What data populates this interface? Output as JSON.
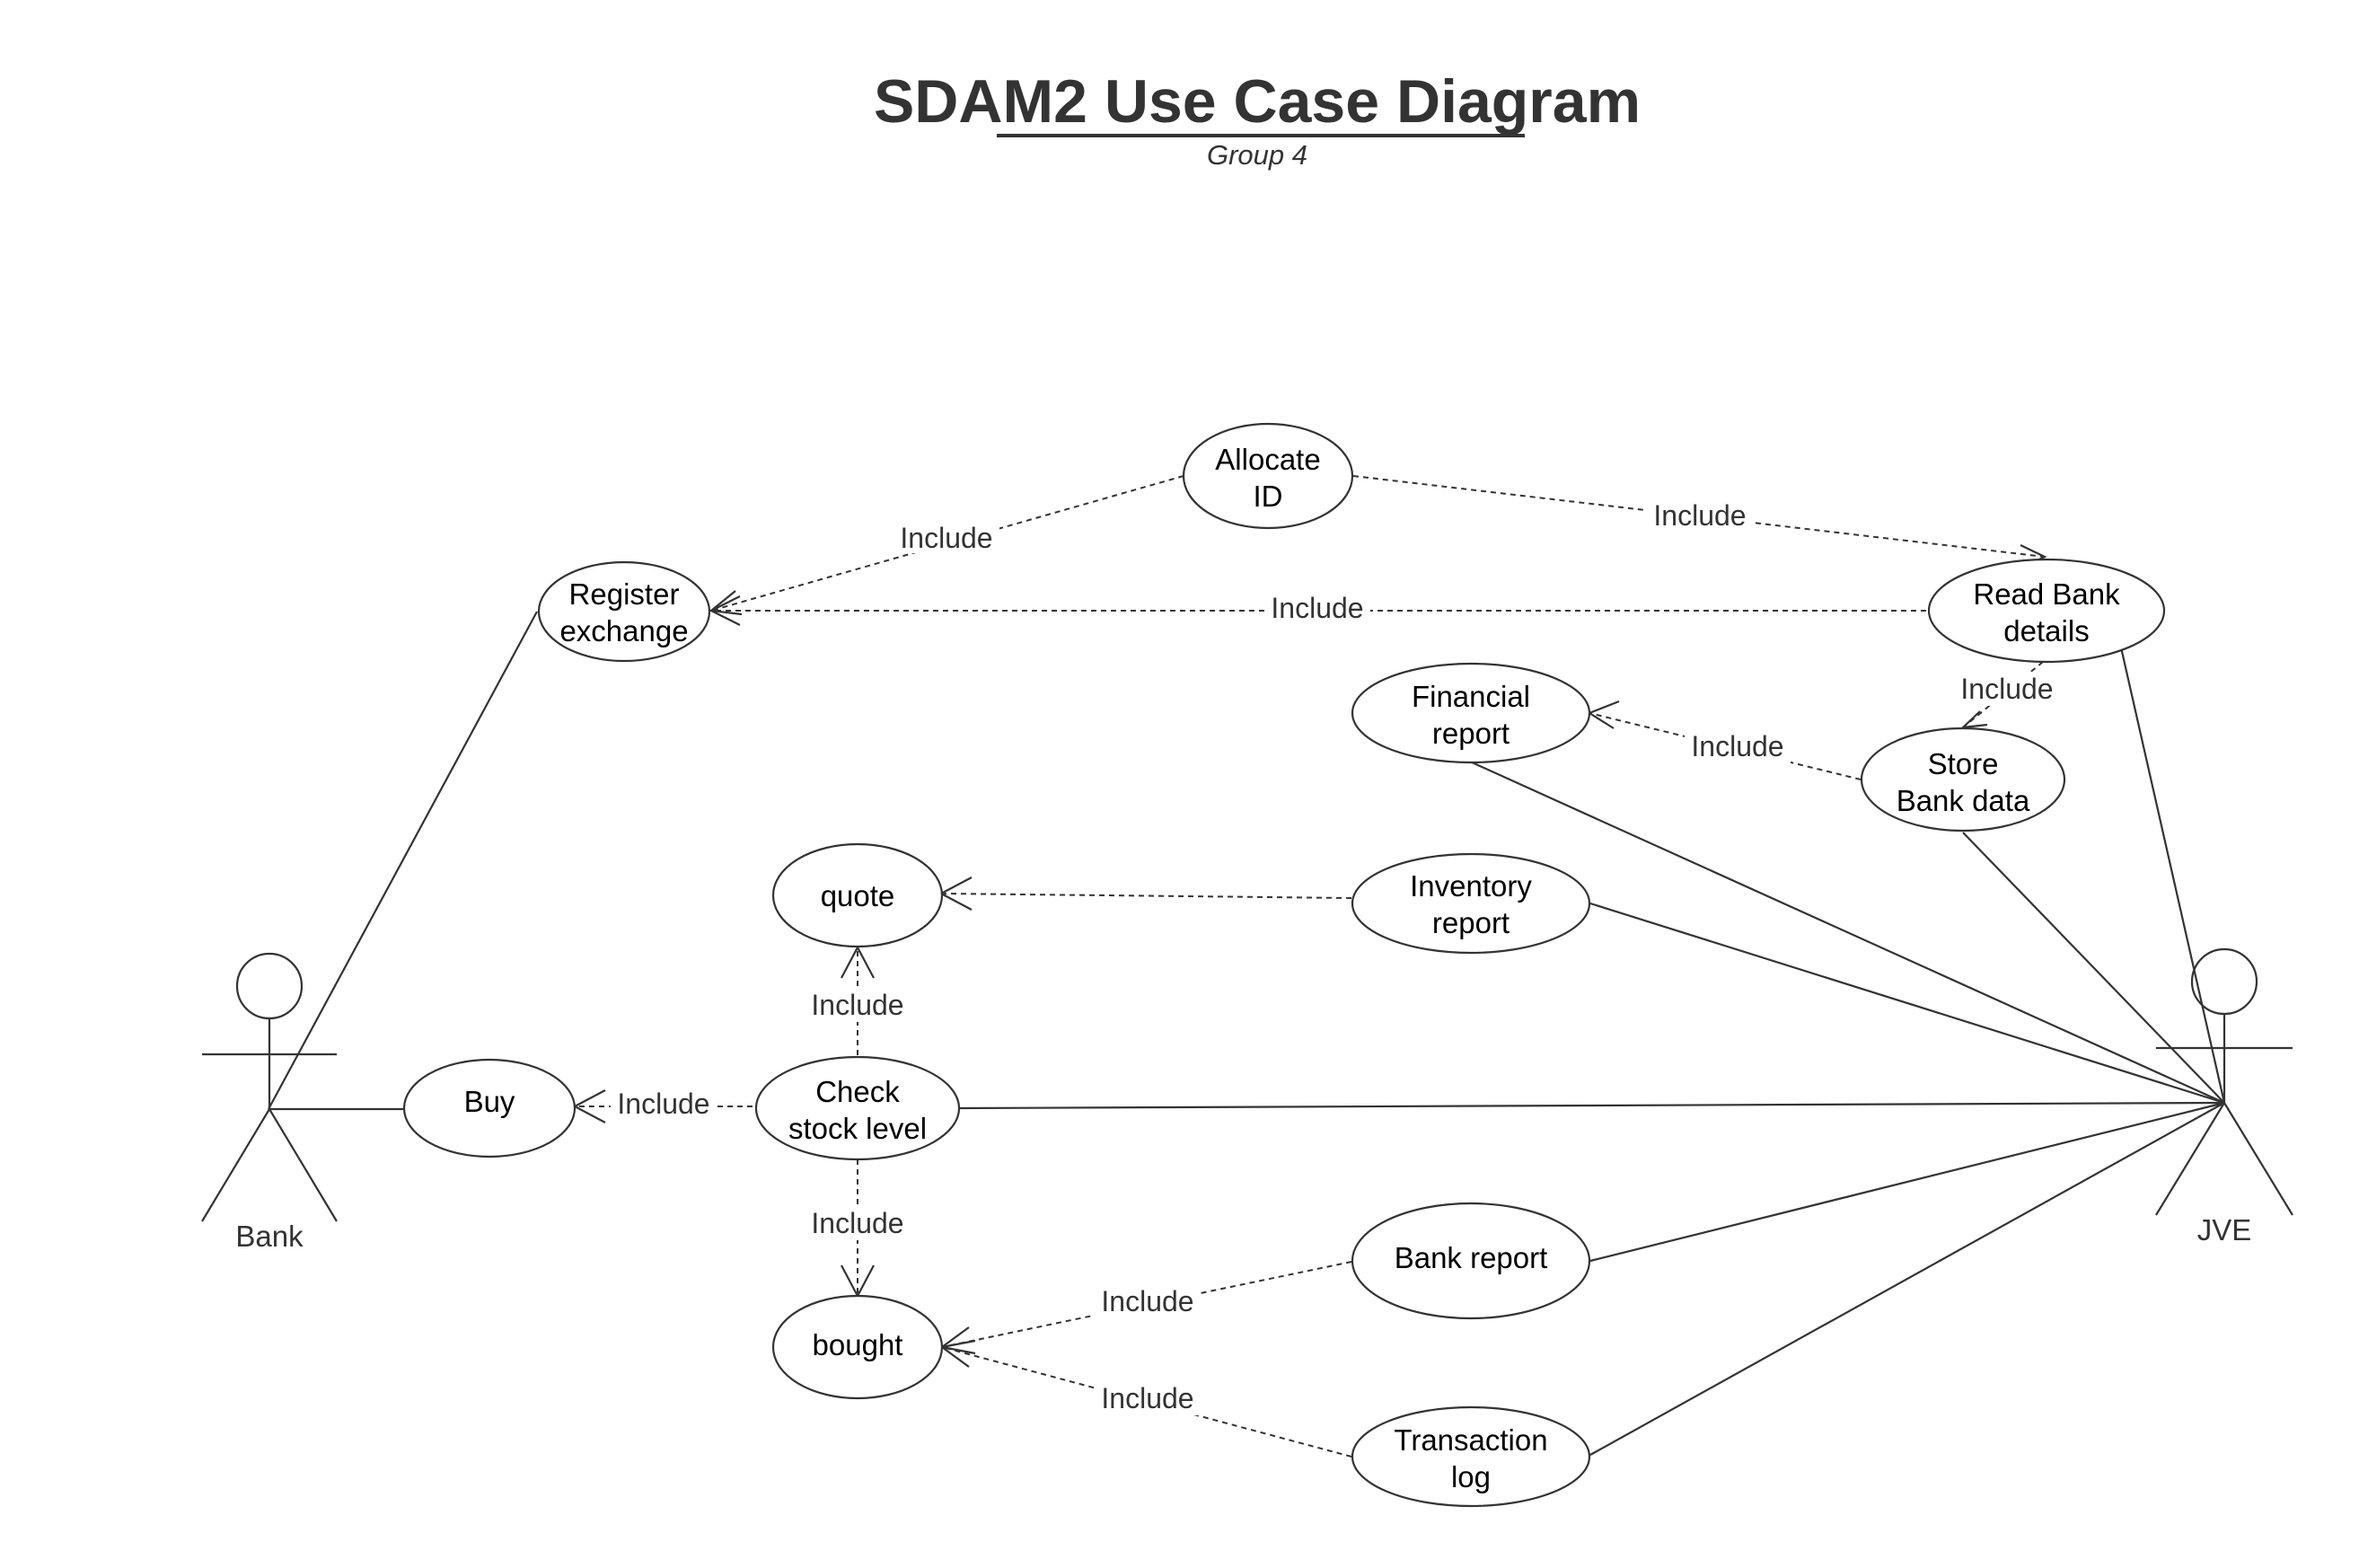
{
  "title": "SDAM2 Use Case Diagram",
  "subtitle": "Group 4",
  "actors": {
    "bank": "Bank",
    "jve": "JVE"
  },
  "use_cases": {
    "allocate_id": [
      "Allocate",
      "ID"
    ],
    "register_exchange": [
      "Register",
      "exchange"
    ],
    "read_bank_details": [
      "Read Bank",
      "details"
    ],
    "financial_report": [
      "Financial",
      "report"
    ],
    "store_bank_data": [
      "Store",
      "Bank data"
    ],
    "quote": [
      "quote"
    ],
    "inventory_report": [
      "Inventory",
      "report"
    ],
    "buy": [
      "Buy"
    ],
    "check_stock_level": [
      "Check",
      "stock level"
    ],
    "bank_report": [
      "Bank report"
    ],
    "bought": [
      "bought"
    ],
    "transaction_log": [
      "Transaction",
      "log"
    ]
  },
  "include_label": "Include",
  "colors": {
    "stroke": "#333333",
    "background": "#ffffff"
  }
}
